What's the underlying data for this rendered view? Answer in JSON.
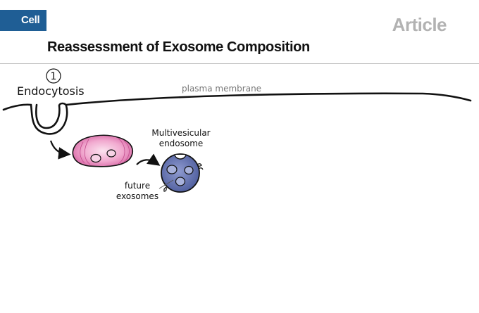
{
  "header": {
    "journal": "Cell",
    "article_type": "Article",
    "title": "Reassessment of Exosome Composition"
  },
  "figure": {
    "step_number": "1",
    "step_label": "Endocytosis",
    "membrane_label": "plasma membrane",
    "mvb_label_line1": "Multivesicular",
    "mvb_label_line2": "endosome",
    "exosomes_label_line1": "future",
    "exosomes_label_line2": "exosomes"
  },
  "colors": {
    "journal_badge": "#1f5e95",
    "article_type": "#b2b2b2",
    "early_endosome_fill": "#e889bf",
    "mvb_fill": "#5f6fae",
    "intraluminal_vesicle": "#a8b2dc"
  }
}
